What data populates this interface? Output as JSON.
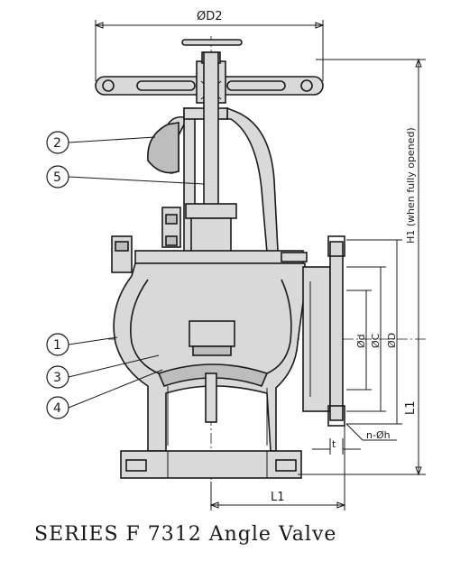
{
  "caption": "SERIES F 7312 Angle Valve",
  "dimensions": {
    "d2": "ØD2",
    "h1": "H1 (when fully opened)",
    "d": "Ød",
    "c": "ØC",
    "d_outer": "ØD",
    "l1_vertical": "L1",
    "l1_horizontal": "L1",
    "t": "t",
    "n_phi": "n-Øh"
  },
  "balloons": [
    "2",
    "5",
    "1",
    "3",
    "4"
  ],
  "colors": {
    "line": "#1a1a1a",
    "fill": "#d9d9d9",
    "background": "#ffffff"
  }
}
